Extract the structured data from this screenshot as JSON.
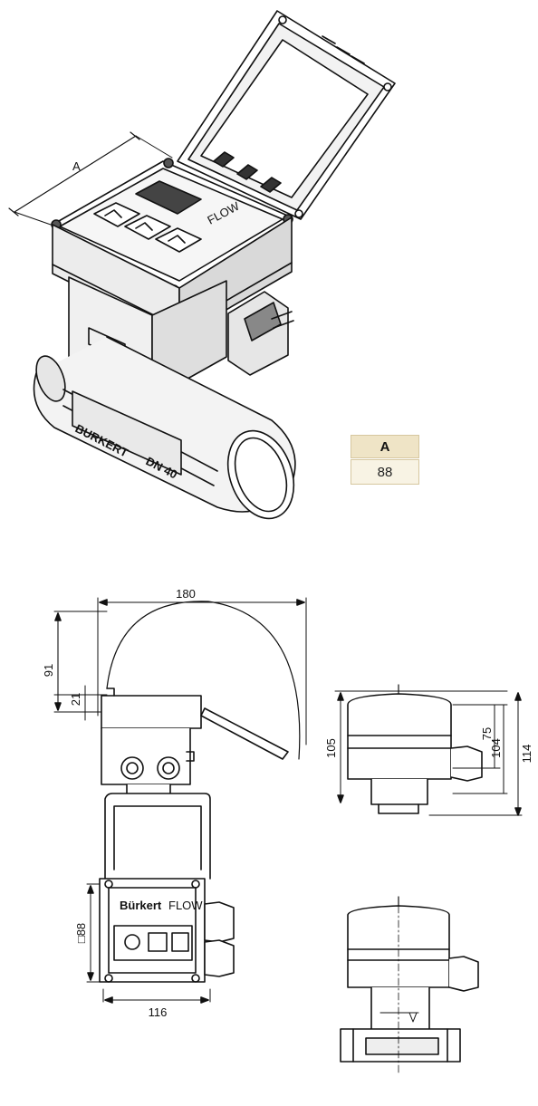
{
  "iso_view": {
    "dim_label": "A",
    "body_brand": "BURKERT",
    "body_model": "DN 40",
    "display_text": "FLOW"
  },
  "dimension_table": {
    "header": "A",
    "value": "88"
  },
  "side_view": {
    "width": "180",
    "height_lid": "91",
    "offset": "21"
  },
  "right_view": {
    "h1": "105",
    "h2": "75",
    "h3": "104",
    "h4": "114"
  },
  "front_view": {
    "square": "□88",
    "width": "116",
    "brand": "Bürkert",
    "display_text": "FLOW"
  }
}
